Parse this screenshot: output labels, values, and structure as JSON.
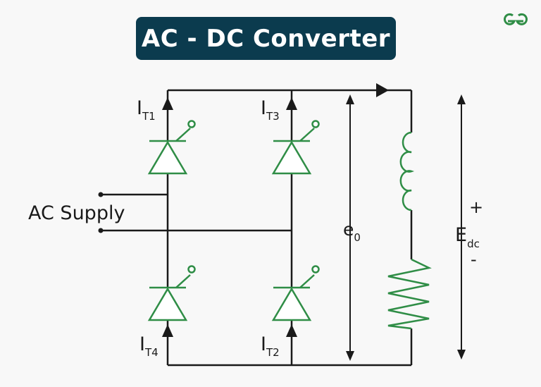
{
  "title": "AC - DC Converter",
  "logo": {
    "text": "GG",
    "color": "#2f8d46"
  },
  "colors": {
    "title_bg": "#0b3b4e",
    "wire": "#1a1a1a",
    "component": "#2f8d46"
  },
  "labels": {
    "ac_supply": "AC Supply",
    "output_voltage": {
      "main": "e",
      "sub": "0"
    },
    "dc_voltage": {
      "main": "E",
      "sub": "dc"
    },
    "plus": "+",
    "minus": "-"
  },
  "thyristors": [
    {
      "main": "I",
      "sub": "T1"
    },
    {
      "main": "I",
      "sub": "T3"
    },
    {
      "main": "I",
      "sub": "T4"
    },
    {
      "main": "I",
      "sub": "T2"
    }
  ]
}
